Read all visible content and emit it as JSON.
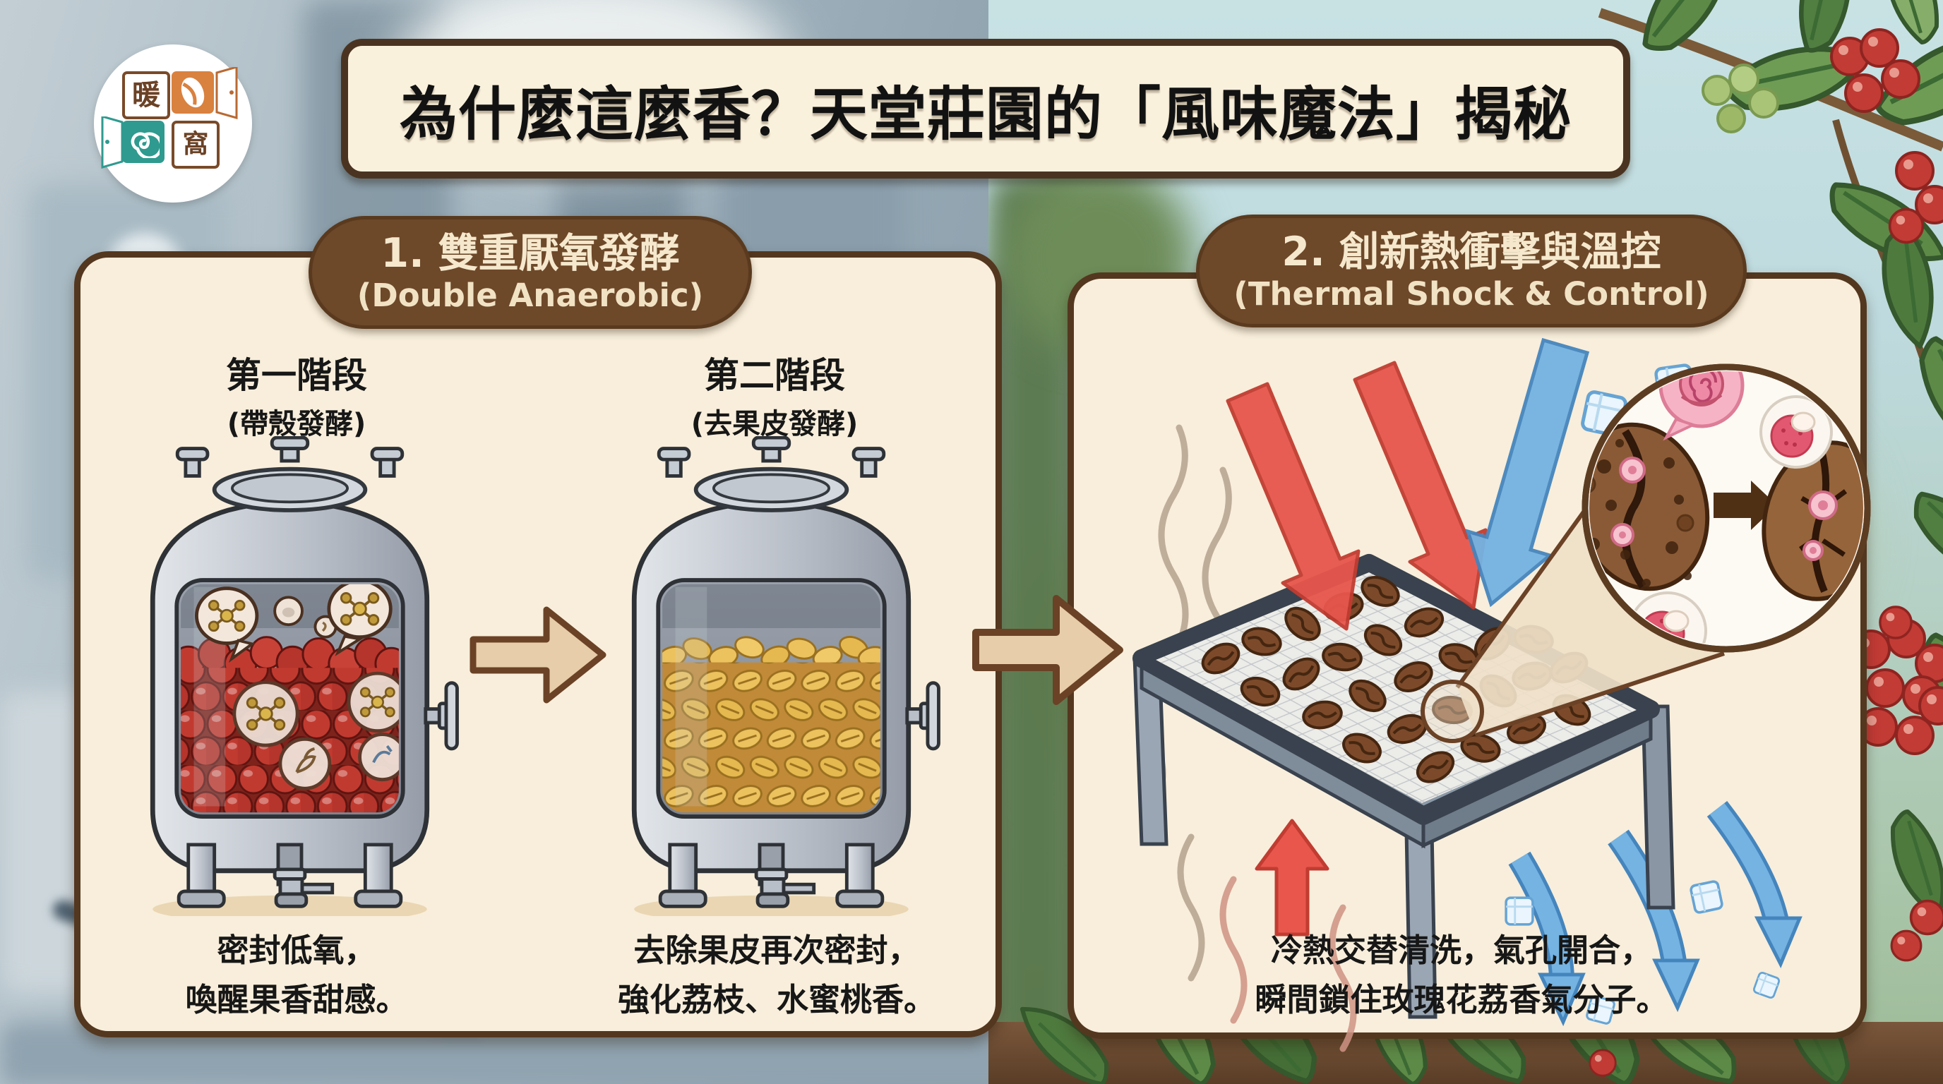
{
  "banner": {
    "title": "為什麼這麼香？天堂莊園的「風味魔法」揭秘"
  },
  "logo": {
    "name": "nuanwo-logo",
    "char_top_left": "暖",
    "char_bottom_right": "窩"
  },
  "panel1": {
    "heading_zh": "1. 雙重厭氧發酵",
    "heading_en": "(Double Anaerobic)",
    "stage1": {
      "title": "第一階段",
      "subtitle": "(帶殼發酵)"
    },
    "stage2": {
      "title": "第二階段",
      "subtitle": "(去果皮發酵)"
    },
    "caption1": {
      "line1": "密封低氧，",
      "line2": "喚醒果香甜感。"
    },
    "caption2": {
      "line1_pre": "去除",
      "line1_bold": "果皮",
      "line1_post": "再次密封，",
      "line2": "強化荔枝、水蜜桃香。"
    }
  },
  "panel2": {
    "heading_zh": "2. 創新熱衝擊與溫控",
    "heading_en": "(Thermal Shock & Control)",
    "caption": {
      "line1": "冷熱交替清洗，氣孔開合，",
      "line2": "瞬間鎖住玫瑰花荔香氣分子。"
    }
  },
  "icons": {
    "coffee-bean-icon": "white bean glyph in orange tile",
    "swirl-icon": "white spiral in teal tile",
    "door-icon": "open door flap beside logo tiles",
    "fermentation-tank-icon": "steel tank with glass window",
    "coffee-cherry-icon": "red cherry circle",
    "parchment-bean-icon": "yellow bean ellipse",
    "molecule-bubble-icon": "speech bubble with molecule",
    "arrow-right-icon": "tan block arrow with brown outline",
    "drying-bed-icon": "isometric mesh drying table",
    "heat-arrow-icon": "red arrow",
    "cold-arrow-icon": "blue arrow",
    "ice-cube-icon": "light blue cube",
    "heat-wave-icon": "wavy vapor line",
    "magnifier-inset-icon": "zoom circle with beans",
    "rose-icon": "pink rose bubble",
    "lychee-icon": "lychee in white circle"
  },
  "colors": {
    "panel_bg": "#f8eedb",
    "panel_border": "#54371f",
    "pill_bg": "#6d4829",
    "pill_text": "#f5e8cd",
    "banner_bg": "#faf1dd",
    "banner_border": "#4a3421",
    "heat_red": "#e8564c",
    "cold_blue": "#74b3e2",
    "cherry_red": "#c13a30",
    "bean_yellow": "#ecc25e",
    "roasted_bean_brown": "#7c4a2a",
    "arrow_tan": "#e7cda9",
    "arrow_outline": "#6b4226"
  }
}
